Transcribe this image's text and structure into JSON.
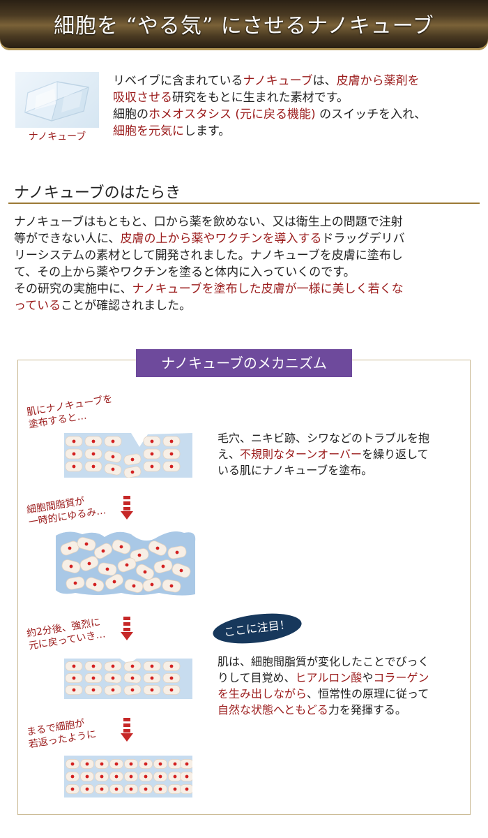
{
  "banner": {
    "title": "細胞を “やる気” にさせるナノキューブ"
  },
  "intro": {
    "caption": "ナノキューブ",
    "line1_a": "リベイブに含まれている",
    "line1_b": "ナノキューブ",
    "line1_c": "は、",
    "line1_d": "皮膚から薬剤を",
    "line2_a": "吸収させる",
    "line2_b": "研究をもとに生まれた素材です。",
    "line3_a": "細胞の",
    "line3_b": "ホメオスタシス (元に戻る機能)",
    "line3_c": " のスイッチを入れ、",
    "line4_a": "細胞を元気に",
    "line4_b": "します。"
  },
  "section": {
    "heading": "ナノキューブのはたらき",
    "l1": "ナノキューブはもともと、口から薬を飲めない、又は衛生上の問題で注射",
    "l2_a": "等ができない人に、",
    "l2_b": "皮膚の上から薬やワクチンを導入する",
    "l2_c": "ドラッグデリバ",
    "l3": "リーシステムの素材として開発されました。ナノキューブを皮膚に塗布し",
    "l4": "て、その上から薬やワクチンを塗ると体内に入っていくのです。",
    "l5_a": "その研究の実施中に、",
    "l5_b": "ナノキューブを塗布した皮膚が一様に美しく若くな",
    "l6_a": "っている",
    "l6_b": "ことが確認されました。"
  },
  "mechanism": {
    "tag": "ナノキューブのメカニズム",
    "steps": [
      {
        "l1": "肌にナノキューブを",
        "l2": "塗布すると…"
      },
      {
        "l1": "細胞間脂質が",
        "l2": "一時的にゆるみ…"
      },
      {
        "l1": "約2分後、強烈に",
        "l2": "元に戻っていき…"
      },
      {
        "l1": "まるで細胞が",
        "l2": "若返ったように"
      }
    ],
    "desc1": {
      "l1": "毛穴、ニキビ跡、シワなどのトラブルを抱",
      "l2_a": "え、",
      "l2_b": "不規則なターンオーバー",
      "l2_c": "を繰り返して",
      "l3": "いる肌にナノキューブを塗布。"
    },
    "badge": "ここに注目！",
    "desc2": {
      "l1": "肌は、細胞間脂質が変化したことでびっく",
      "l2_a": "りして目覚め、",
      "l2_b": "ヒアルロン酸",
      "l2_c": "や",
      "l2_d": "コラーゲン",
      "l3_a": "を生み出しながら",
      "l3_b": "、恒常性の原理に従って",
      "l4_a": "自然な状態へともどる",
      "l4_b": "力を発揮する。"
    }
  },
  "colors": {
    "accent_red": "#9b1c1c",
    "purple": "#6e4a9c",
    "navy": "#17385c",
    "gold": "#9c7a35",
    "cell_blue": "#bcd4ee"
  }
}
